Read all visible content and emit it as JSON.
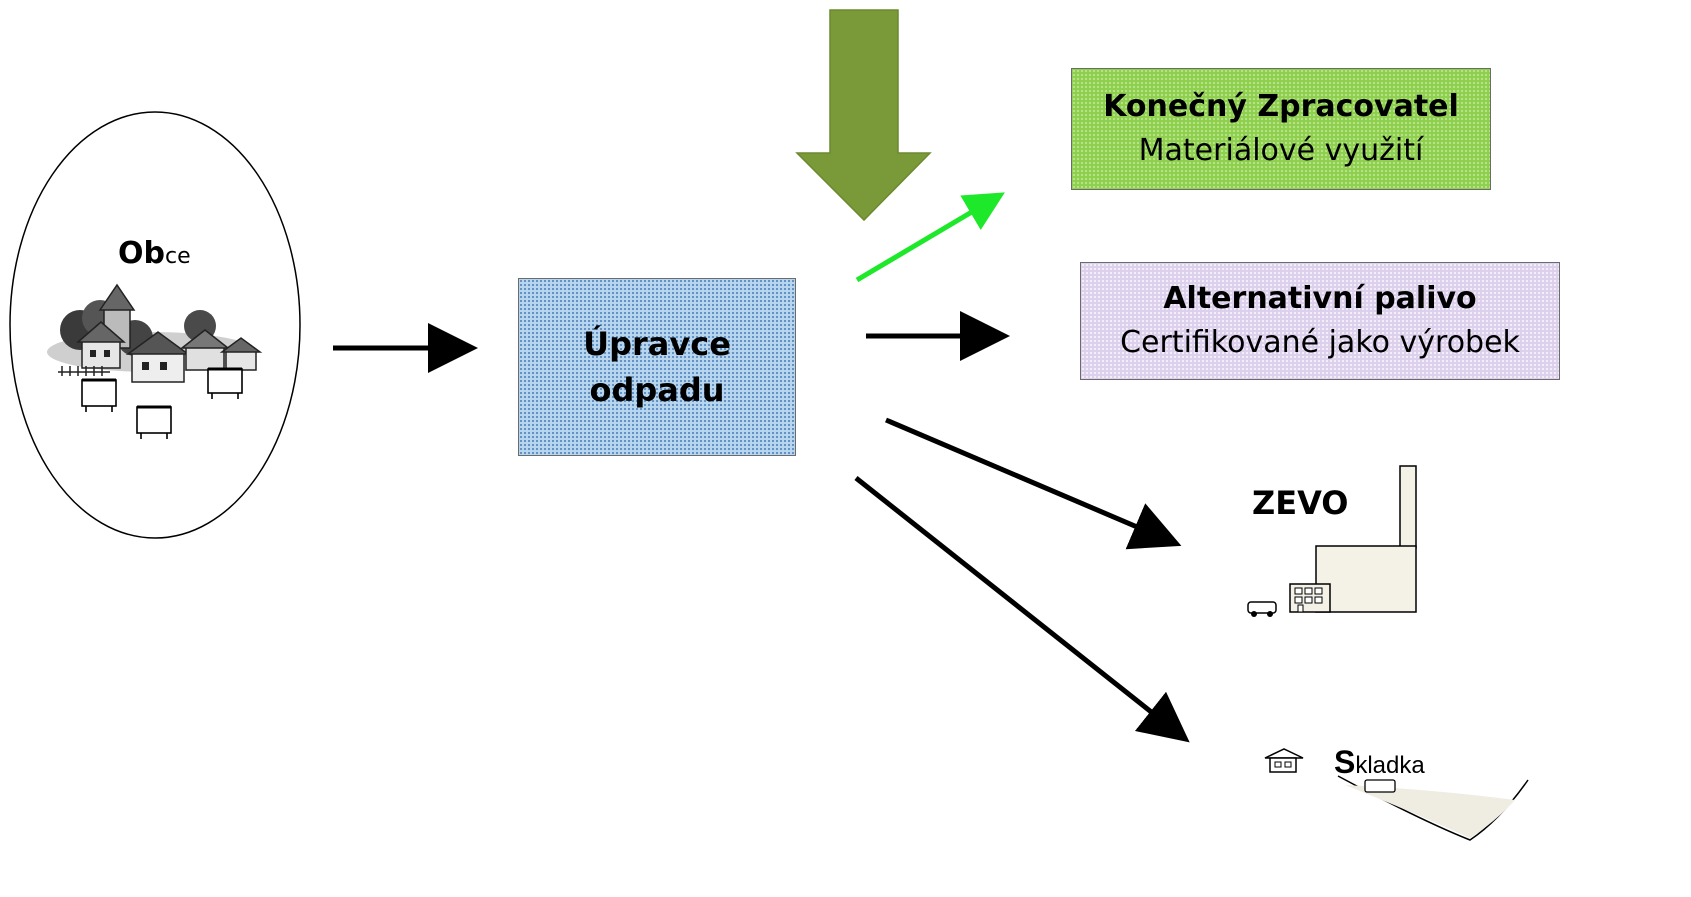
{
  "source": {
    "bold_part": "Ob",
    "rest_part": "ce"
  },
  "processor": {
    "line1": "Úpravce",
    "line2": "odpadu"
  },
  "outputs": {
    "material": {
      "title": "Konečný Zpracovatel",
      "subtitle": "Materiálové využití"
    },
    "fuel": {
      "title": "Alternativní palivo",
      "subtitle": "Certifikované jako výrobek"
    },
    "incinerator": {
      "label": "ZEVO"
    },
    "landfill": {
      "initial": "S",
      "rest": "kladka"
    }
  },
  "colors": {
    "green_arrow": "#7a9a3a",
    "bright_green_arrow": "#1ee82a",
    "green_box": "#8ecf4e",
    "purple_box": "#dcd0ec",
    "blue_box": "#b8d6ee"
  },
  "icons": [
    "village-icon",
    "waste-bin-icon",
    "incinerator-plant-icon",
    "landfill-icon",
    "truck-icon",
    "house-icon"
  ]
}
